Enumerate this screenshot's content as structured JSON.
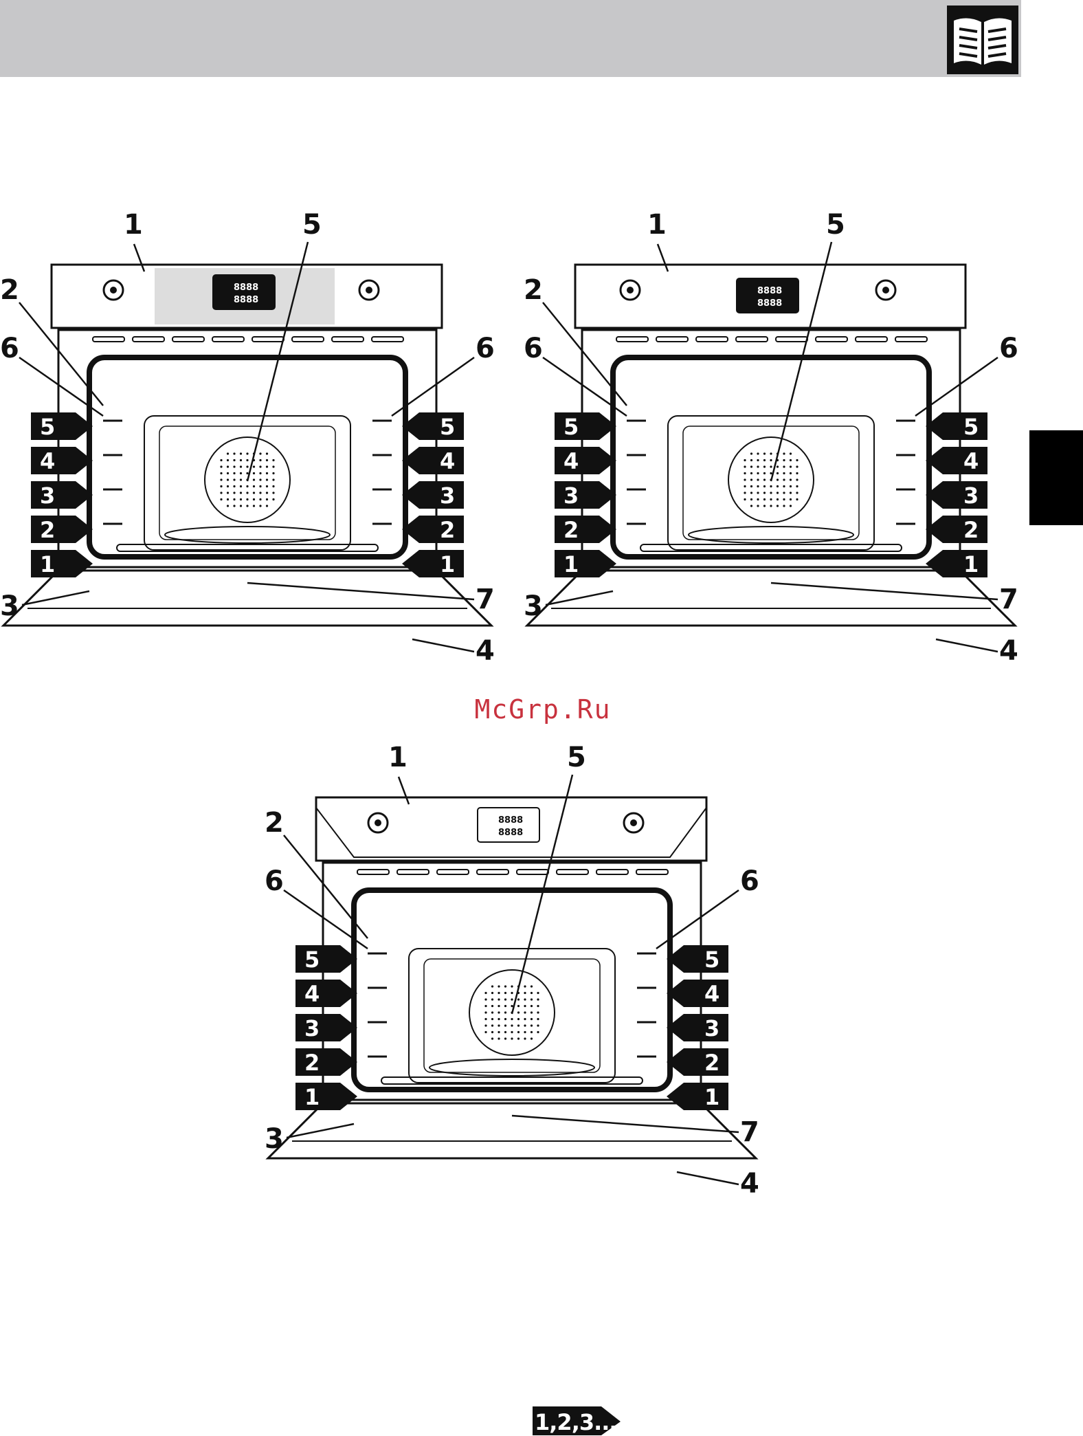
{
  "figures": [
    {
      "id": "oven-a",
      "callouts": [
        "1",
        "2",
        "3",
        "4",
        "5",
        "6",
        "7"
      ],
      "shelf_levels": [
        "5",
        "4",
        "3",
        "2",
        "1"
      ],
      "display_text": {
        "line1": "8888",
        "line2": "8888"
      }
    },
    {
      "id": "oven-b",
      "callouts": [
        "1",
        "2",
        "3",
        "4",
        "5",
        "6",
        "7"
      ],
      "shelf_levels": [
        "5",
        "4",
        "3",
        "2",
        "1"
      ],
      "display_text": {
        "line1": "8888",
        "line2": "8888"
      }
    },
    {
      "id": "oven-c",
      "callouts": [
        "1",
        "2",
        "3",
        "4",
        "5",
        "6",
        "7"
      ],
      "shelf_levels": [
        "5",
        "4",
        "3",
        "2",
        "1"
      ],
      "display_text": {
        "line1": "8888",
        "line2": "8888"
      }
    }
  ],
  "watermark": "McGrp.Ru",
  "footer": {
    "label": "1,2,3..."
  },
  "icons": {
    "header": "open-book-icon",
    "side": "section-tab"
  },
  "colors": {
    "header_bar": "#c7c7c9",
    "watermark": "#c8323e",
    "label_fill": "#111111"
  }
}
